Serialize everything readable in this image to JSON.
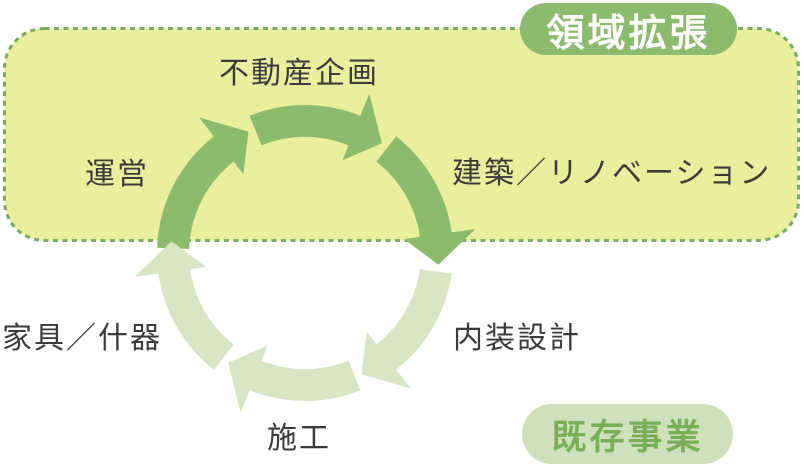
{
  "zones": {
    "expansion": {
      "badge_label": "領域拡張"
    },
    "existing": {
      "badge_label": "既存事業"
    }
  },
  "cycle": {
    "direction": "clockwise",
    "steps": [
      {
        "label": "不動産企画",
        "zone": "expansion",
        "position": "top"
      },
      {
        "label": "建築／リノベーション",
        "zone": "expansion",
        "position": "right"
      },
      {
        "label": "内装設計",
        "zone": "existing",
        "position": "bottom-right"
      },
      {
        "label": "施工",
        "zone": "existing",
        "position": "bottom"
      },
      {
        "label": "家具／什器",
        "zone": "existing",
        "position": "bottom-left"
      },
      {
        "label": "運営",
        "zone": "expansion",
        "position": "left"
      }
    ]
  },
  "colors": {
    "expansion_area_fill": "#e9ef9c",
    "expansion_area_border": "#7aa961",
    "arrow_dark": "#8dbb6e",
    "arrow_light": "#d8e6c6",
    "expansion_badge_bg": "#8dbb6e",
    "expansion_badge_text": "#ffffff",
    "existing_badge_bg": "#cfe1bc",
    "existing_badge_text": "#79af57",
    "label_text": "#3b3b3b"
  }
}
